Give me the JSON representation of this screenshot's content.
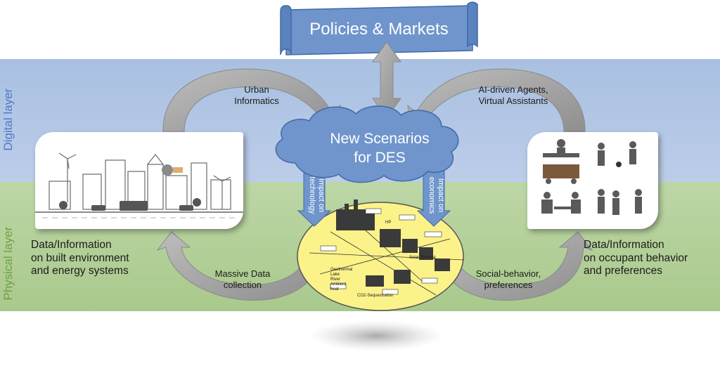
{
  "layers": {
    "digital": "Digital layer",
    "physical": "Physical layer"
  },
  "banner": {
    "text": "Policies & Markets"
  },
  "cloud": {
    "line1": "New Scenarios",
    "line2": "for DES"
  },
  "arrow_labels": {
    "urban_informatics": [
      "Urban",
      "Informatics"
    ],
    "ai_agents": [
      "AI-driven Agents,",
      "Virtual Assistants"
    ],
    "impact_technology": [
      "Impact on",
      "technology"
    ],
    "impact_economics": [
      "Impact on",
      "economics"
    ],
    "massive_data": [
      "Massive Data",
      "collection"
    ],
    "social_behavior": [
      "Social-behavior,",
      "preferences"
    ]
  },
  "info": {
    "built": [
      "Data/Information",
      "on built environment",
      "and energy systems"
    ],
    "occupant": [
      "Data/Information",
      "on occupant behavior",
      "and preferences"
    ]
  },
  "energy_map": {
    "solar_thermal": "Solar Thermal",
    "hp": "HP",
    "geo": [
      "Geothermal",
      "Lake",
      "River",
      "Ambient",
      "heat"
    ],
    "co2": "CO2-Sequestration"
  },
  "colors": {
    "digital_band": "#b2c6e4",
    "physical_band": "#b4d09a",
    "banner_fill": "#6f95cc",
    "cloud_fill": "#6f95cc",
    "arrow_gray": "#a6a6a6",
    "energy_map": "#fbf28a"
  }
}
